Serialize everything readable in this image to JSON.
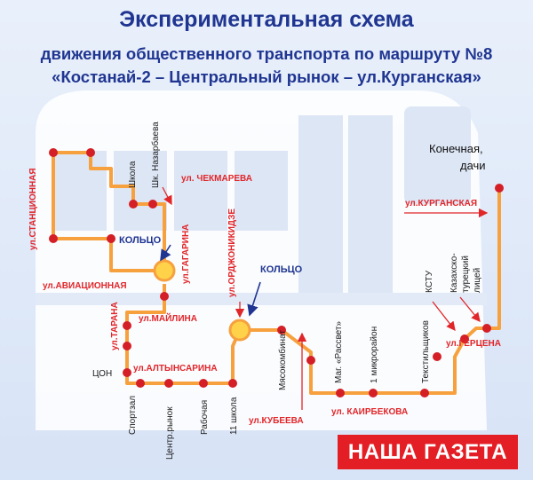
{
  "title": {
    "line1": "Экспериментальная схема",
    "line2": "движения  общественного транспорта по маршруту №8",
    "line3": "«Костанай-2 – Центральный рынок – ул.Курганская»"
  },
  "colors": {
    "route": "#f7a13e",
    "stop": "#d41f26",
    "street": "#e1262a",
    "title": "#1f3591",
    "bus": "#ffffff",
    "brand_bg": "#e31e24"
  },
  "streets": {
    "stantsionnaya": "ул.СТАНЦИОННАЯ",
    "aviatsionnaya": "ул.АВИАЦИОННАЯ",
    "gagarina": "ул.ГАГАРИНА",
    "chekmareva": "ул. ЧЕКМАРЕВА",
    "ordzhonikidze": "ул.ОРДЖОНИКИДЗЕ",
    "kurganskaya": "ул.КУРГАНСКАЯ",
    "taran": "ул.ТАРАНА",
    "mailina": "ул.МАЙЛИНА",
    "altynsarina": "ул.АЛТЫНСАРИНА",
    "kubeeva": "ул.КУБЕЕВА",
    "kairbekova": "ул. КАИРБЕКОВА",
    "gertsena": "ул.ГЕРЦЕНА"
  },
  "stops": {
    "shkola": "Школа",
    "shk_nazarbaeva": "Шк. Назарбаева",
    "tson": "ЦОН",
    "sportzal": "Спортзал",
    "tsentr_rynok": "Центр.рынок",
    "rabochaya": "Рабочая",
    "school11": "11 школа",
    "myasokombinat": "Мясокомбинат",
    "rassvet": "Маг. «Рассвет»",
    "mikro1": "1 микрорайон",
    "tekstilshchikov": "Текстильщиков",
    "kstu": "КСТУ",
    "litsey_line1": "Казахско-",
    "litsey_line2": "турецкий",
    "litsey_line3": "лицей"
  },
  "rings": {
    "ring1": "КОЛЬЦО",
    "ring2": "КОЛЬЦО"
  },
  "terminal": {
    "line1": "Конечная,",
    "line2": "дачи"
  },
  "brand": "НАША ГАЗЕТА"
}
